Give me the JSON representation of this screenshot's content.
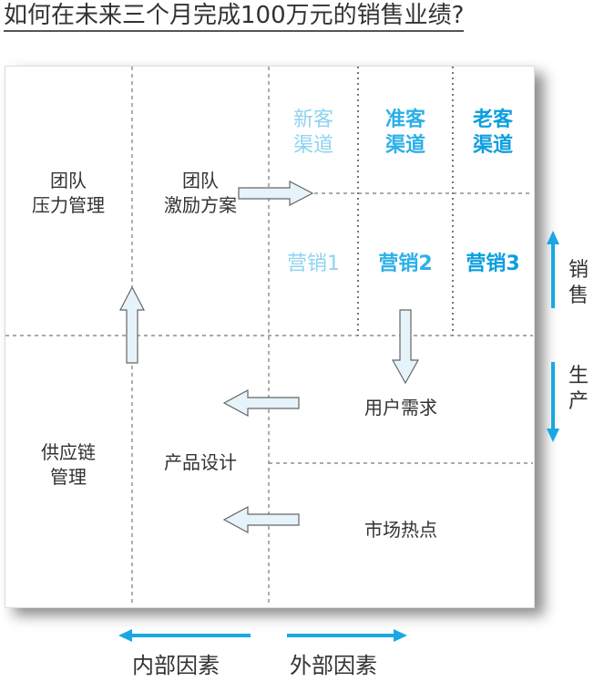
{
  "title": "如何在未来三个月完成100万元的销售业绩?",
  "cells": {
    "team_pressure": [
      "团队",
      "压力管理"
    ],
    "team_incentive": [
      "团队",
      "激励方案"
    ],
    "channels": [
      {
        "line1": "新客",
        "line2": "渠道",
        "marketing": "营销1",
        "color": "#8fd3f1"
      },
      {
        "line1": "准客",
        "line2": "渠道",
        "marketing": "营销2",
        "color": "#2bb0e8"
      },
      {
        "line1": "老客",
        "line2": "渠道",
        "marketing": "营销3",
        "color": "#0b9fdf"
      }
    ],
    "supply_chain": [
      "供应链",
      "管理"
    ],
    "product_design": "产品设计",
    "user_demand": "用户需求",
    "market_hotspot": "市场热点"
  },
  "side": {
    "sales": "销售",
    "production": "生产"
  },
  "bottom": {
    "internal": "内部因素",
    "external": "外部因素"
  },
  "colors": {
    "accent": "#1aa7e4",
    "arrow_fill": "#e6f3fb"
  }
}
